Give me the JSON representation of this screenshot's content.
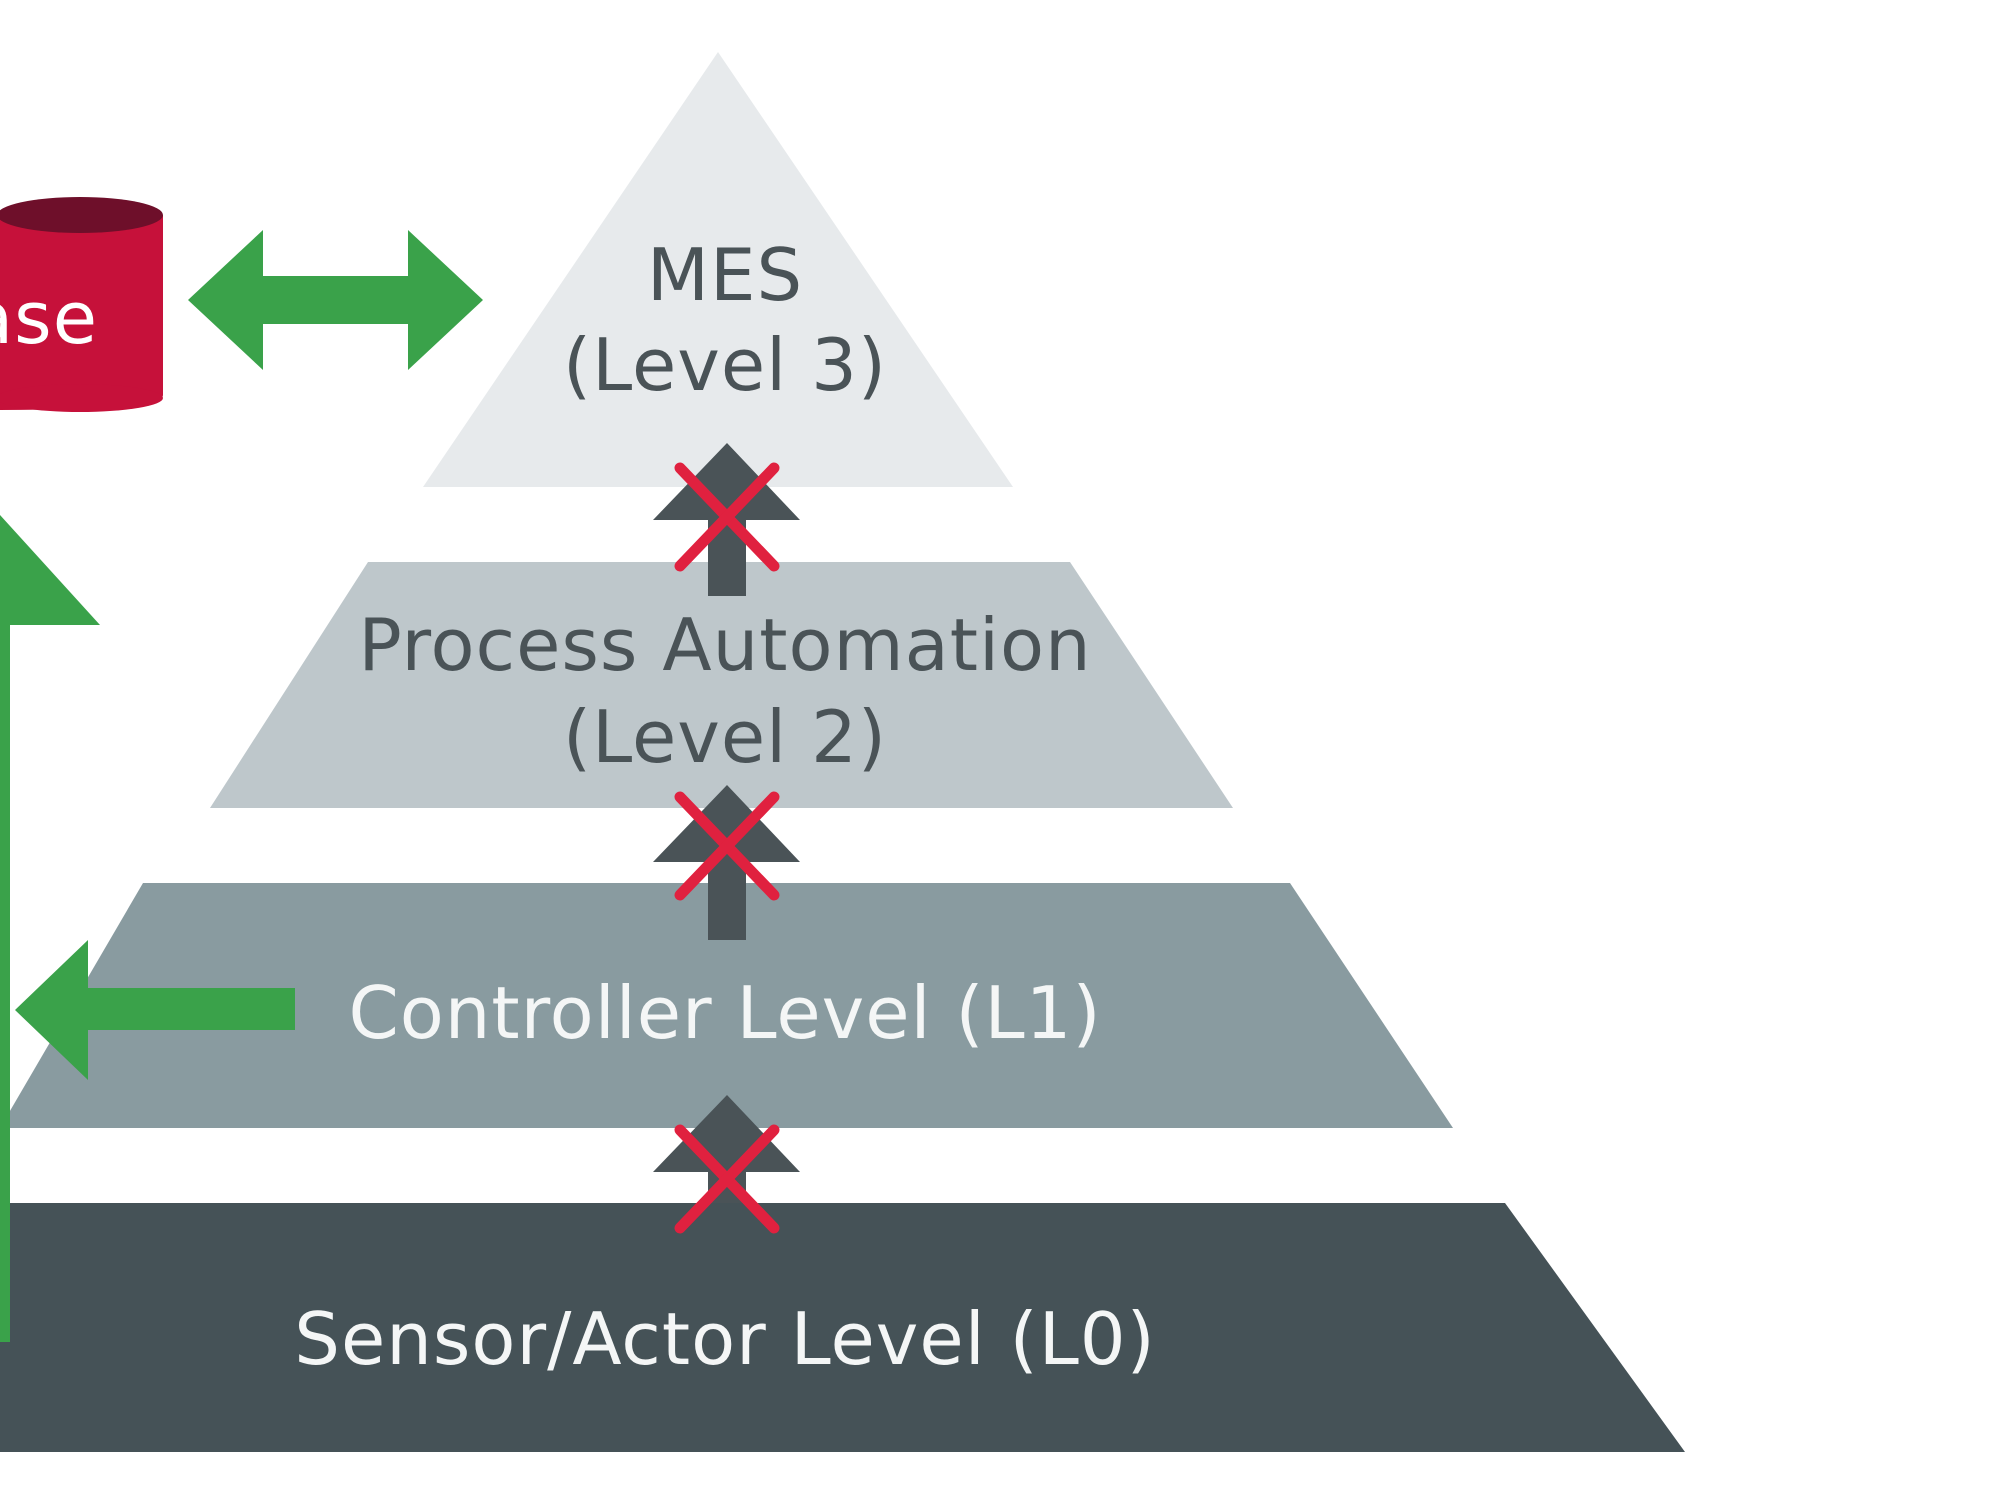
{
  "database": {
    "label_fragment": "ase",
    "color": "#c6113a",
    "top_color": "#6e0f2a"
  },
  "levels": [
    {
      "id": "mes",
      "line1": "MES",
      "line2": "(Level 3)",
      "fill": "#e7eaec",
      "text_color": "#4a5357"
    },
    {
      "id": "process-automation",
      "line1": "Process Automation",
      "line2": "(Level 2)",
      "fill": "#bec7cb",
      "text_color": "#4a5357"
    },
    {
      "id": "controller",
      "line1": "Controller Level (L1)",
      "fill": "#899ba0",
      "text_color": "#f4f6f6"
    },
    {
      "id": "sensor-actor",
      "line1": "Sensor/Actor Level (L0)",
      "fill": "#455257",
      "text_color": "#f4f6f6"
    }
  ],
  "colors": {
    "green_arrow": "#3aa24a",
    "blocked_arrow": "#4a5357",
    "blocked_cross": "#e0213f"
  },
  "icons": [
    "double-arrow-icon",
    "up-arrow-icon",
    "cross-icon",
    "left-arrow-icon"
  ]
}
